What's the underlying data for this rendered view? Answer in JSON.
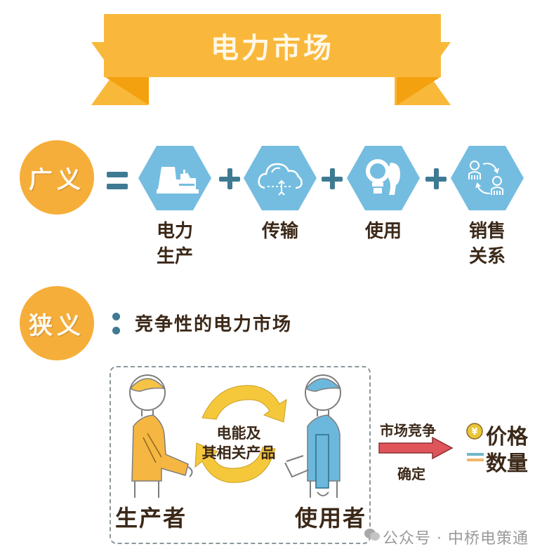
{
  "banner": {
    "title": "电力市场",
    "color": "#f9b83c"
  },
  "broad": {
    "badge": "广义",
    "operator_equals": "=",
    "operator_plus": "+",
    "components": [
      {
        "icon": "power-plant-icon",
        "label_line1": "电力",
        "label_line2": "生产"
      },
      {
        "icon": "cloud-transmission-icon",
        "label_line1": "传输",
        "label_line2": ""
      },
      {
        "icon": "lightbulb-icon",
        "label_line1": "使用",
        "label_line2": ""
      },
      {
        "icon": "people-exchange-icon",
        "label_line1": "销售",
        "label_line2": "关系"
      }
    ],
    "hex_color": "#74bde0"
  },
  "narrow": {
    "badge": "狭义",
    "separator": ":",
    "definition": "竞争性的电力市场"
  },
  "exchange": {
    "producer_label": "生产者",
    "consumer_label": "使用者",
    "product_line1": "电能及",
    "product_line2": "其相关产品",
    "producer_color": "#f6b642",
    "consumer_color": "#6cb8dc",
    "cycle_color": "#f5c83c"
  },
  "outcome": {
    "arrow_top_label": "市场竞争",
    "arrow_bottom_label": "确定",
    "arrow_color": "#e0555a",
    "results": [
      {
        "icon": "yuan-coin-icon",
        "label": "价格"
      },
      {
        "icon": "quantity-bars-icon",
        "label": "数量"
      }
    ]
  },
  "watermark": {
    "text": "公众号 · 中桥电策通"
  }
}
